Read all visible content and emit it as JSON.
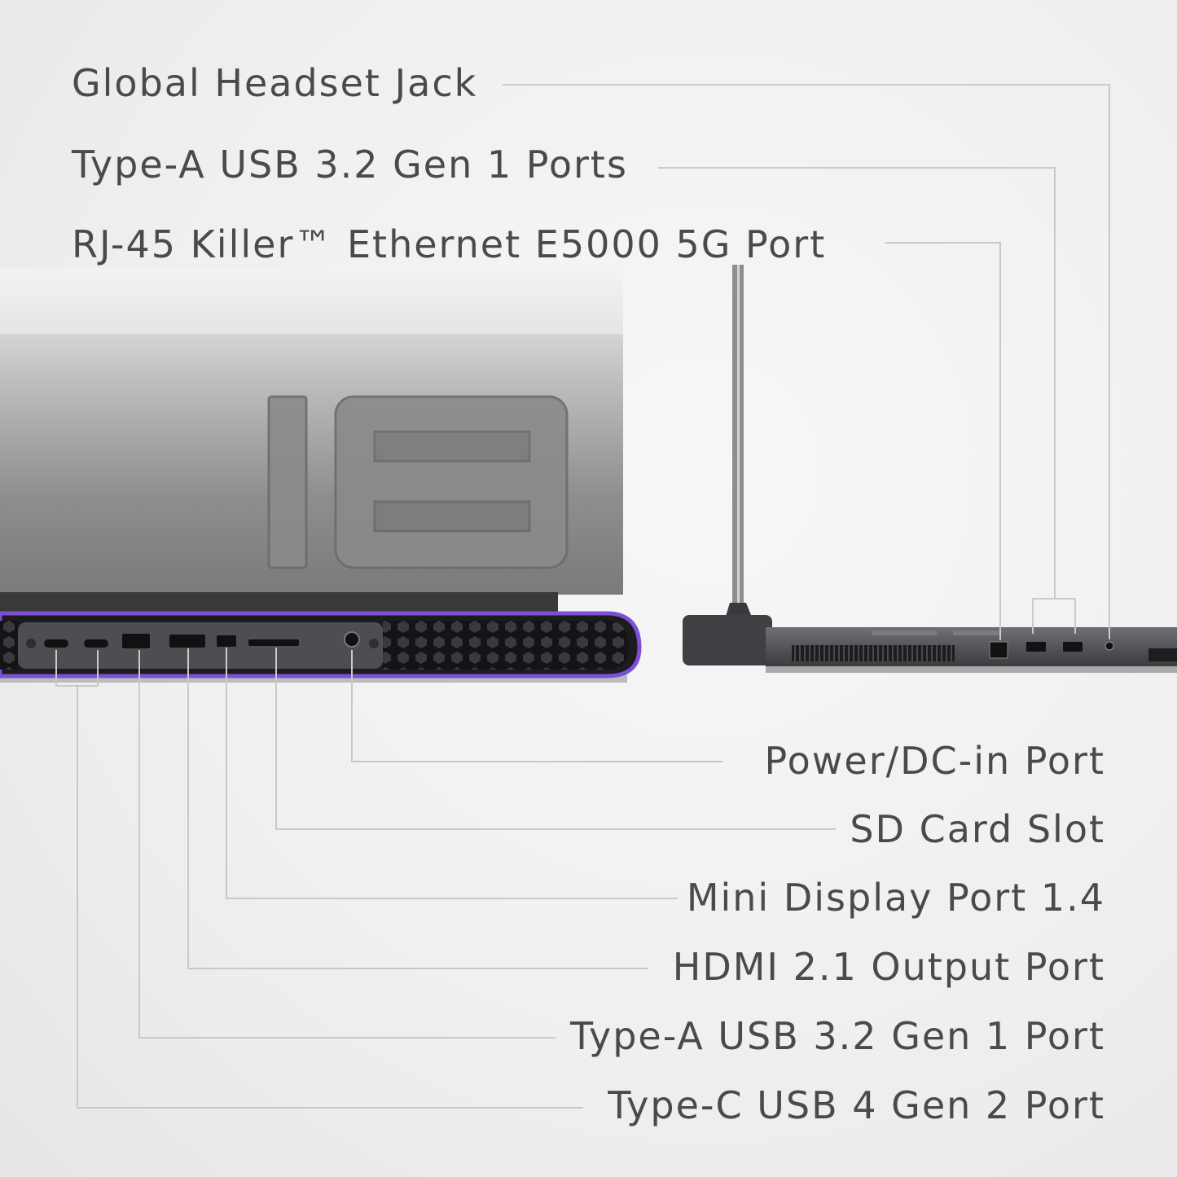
{
  "callouts": {
    "top": [
      "Global Headset Jack",
      "Type-A USB 3.2 Gen 1 Ports",
      "RJ-45 Killer™ Ethernet E5000 5G Port"
    ],
    "bottom": [
      "Power/DC-in Port",
      "SD Card Slot",
      "Mini Display Port 1.4",
      "HDMI 2.1 Output Port",
      "Type-A USB 3.2 Gen 1 Port",
      "Type-C USB 4 Gen 2 Port"
    ]
  },
  "colors": {
    "accent_ring": "#7d4fd6",
    "leader_line": "#c9c9c9",
    "label_text": "#4a4a4a",
    "chassis_dark": "#2b2b2d"
  }
}
